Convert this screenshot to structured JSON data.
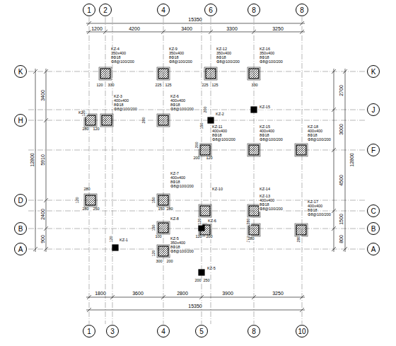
{
  "diagram": {
    "nodes": [
      {
        "text": [
          "1"
        ]
      },
      {
        "text": [
          "2"
        ]
      },
      {
        "text": [
          "4"
        ]
      },
      {
        "text": [
          "6"
        ]
      },
      {
        "text": [
          "8"
        ]
      },
      {
        "text": [
          "8"
        ]
      },
      {
        "text": [
          "K"
        ]
      },
      {
        "text": [
          "H"
        ]
      },
      {
        "text": [
          "D"
        ]
      },
      {
        "text": [
          "B"
        ]
      },
      {
        "text": [
          "A"
        ]
      },
      {
        "text": [
          "K"
        ]
      },
      {
        "text": [
          "J"
        ]
      },
      {
        "text": [
          "F"
        ]
      },
      {
        "text": [
          "C"
        ]
      },
      {
        "text": [
          "B"
        ]
      },
      {
        "text": [
          "A"
        ]
      },
      {
        "text": [
          "1"
        ]
      },
      {
        "text": [
          "3"
        ]
      },
      {
        "text": [
          "4"
        ]
      },
      {
        "text": [
          "5"
        ]
      },
      {
        "text": [
          "8"
        ]
      },
      {
        "text": [
          "10"
        ]
      }
    ],
    "labels": [
      "15350",
      "1200",
      "4200",
      "3400",
      "3300",
      "3250",
      "1800",
      "3600",
      "2800",
      "3900",
      "3250",
      "15350",
      "3400",
      "12800",
      "5910",
      "2400",
      "900",
      "2700",
      "3000",
      "12800",
      "4500",
      "1500",
      "800",
      "KZ-4",
      "350x400",
      "8Φ18",
      "Φ8@100/200",
      "KZ-9",
      "350x400",
      "8Φ18",
      "Φ8@100/200",
      "KZ-12",
      "350x400",
      "8Φ18",
      "Φ8@100/200",
      "KZ-16",
      "350x400",
      "8Φ18",
      "Φ8@100/200",
      "KZ-3",
      "400x400",
      "8Φ18",
      "Φ8@100/200",
      "KZ-6",
      "400x400",
      "8Φ18",
      "Φ8@100/200",
      "KZ-1",
      "KZ-2",
      "KZ-15",
      "KZ-11",
      "400x400",
      "8Φ18",
      "Φ8@100/200",
      "KZ-15",
      "400x400",
      "8Φ18",
      "Φ8@100/200",
      "KZ-18",
      "400x400",
      "8Φ18",
      "Φ8@100/200",
      "KZ-7",
      "400x400",
      "8Φ18",
      "Φ8@100/200",
      "KZ-10",
      "KZ-14",
      "KZ-13",
      "400x400",
      "8Φ18",
      "Φ8@100/200",
      "KZ-17",
      "400x400",
      "8Φ18",
      "Φ8@100/200",
      "KZ-8",
      "KZ-6",
      "KZ-1",
      "KZ-5",
      "350x400",
      "8Φ18",
      "Φ8@100/200",
      "KZ-5",
      "120",
      "330",
      "225",
      "125",
      "225",
      "125",
      "330",
      "120",
      "280",
      "120",
      "280",
      "200",
      "150",
      "200",
      "200",
      "120",
      "280",
      "120",
      "280",
      "250",
      "150",
      "150",
      "280",
      "120",
      "280",
      "120",
      "200",
      "200",
      "280",
      "120",
      "100",
      "300",
      "200",
      "200",
      "250",
      "150",
      "120",
      "280"
    ]
  }
}
